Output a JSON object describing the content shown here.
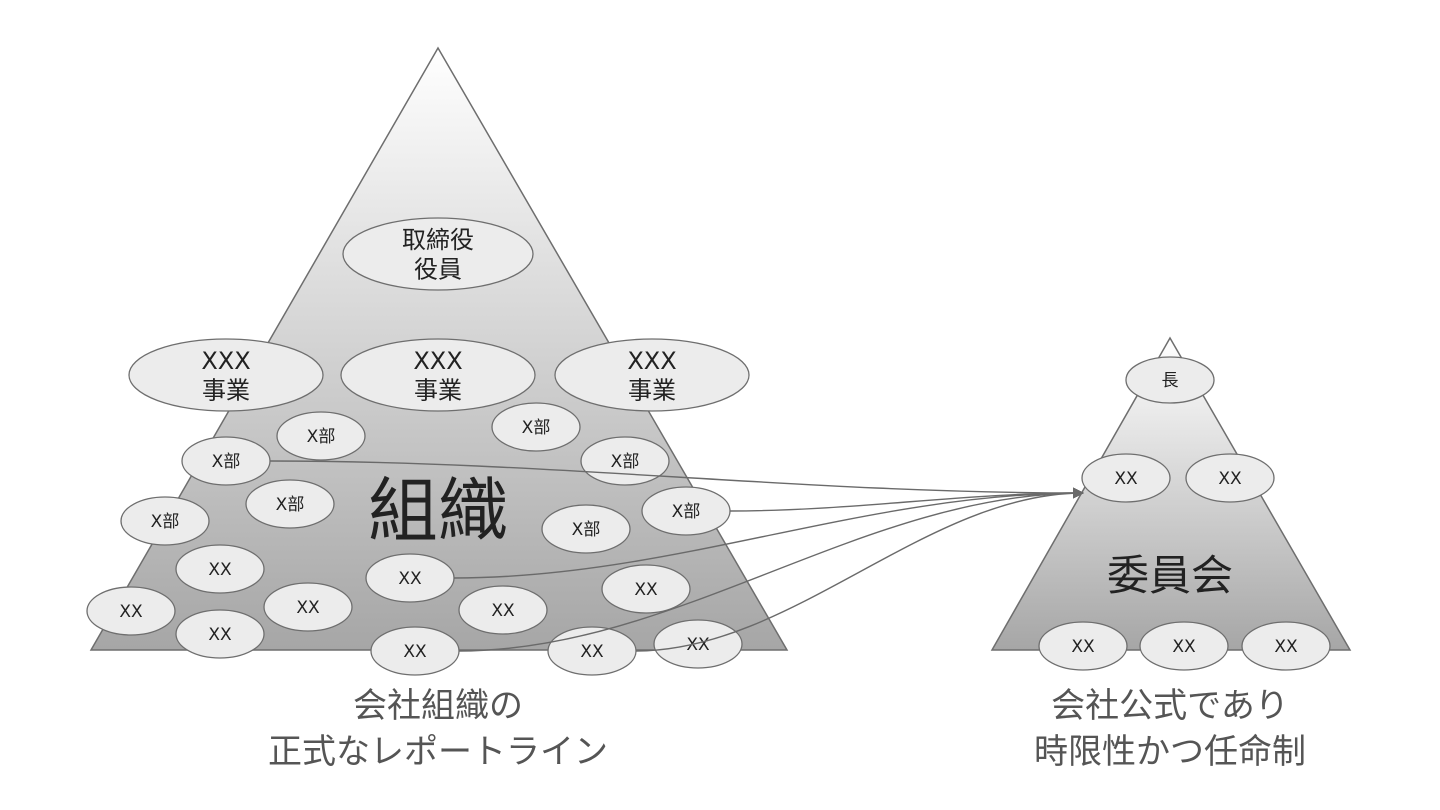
{
  "colors": {
    "pyramid_top": "#ffffff",
    "pyramid_bottom": "#a6a6a6",
    "outline": "#6e6e6e",
    "node_fill": "#ececec",
    "arrow": "#6a6a6a",
    "caption": "#555555"
  },
  "organization": {
    "label": "組織",
    "caption": [
      "会社組織の",
      "正式なレポートライン"
    ],
    "nodes": [
      {
        "id": "board",
        "lines": [
          "取締役",
          "役員"
        ]
      },
      {
        "id": "biz1",
        "lines": [
          "XXX",
          "事業"
        ]
      },
      {
        "id": "biz2",
        "lines": [
          "XXX",
          "事業"
        ]
      },
      {
        "id": "biz3",
        "lines": [
          "XXX",
          "事業"
        ]
      },
      {
        "id": "d1",
        "lines": [
          "X部"
        ]
      },
      {
        "id": "d2",
        "lines": [
          "X部"
        ]
      },
      {
        "id": "d3",
        "lines": [
          "X部"
        ]
      },
      {
        "id": "d4",
        "lines": [
          "X部"
        ]
      },
      {
        "id": "d5",
        "lines": [
          "X部"
        ]
      },
      {
        "id": "d6",
        "lines": [
          "X部"
        ]
      },
      {
        "id": "d7",
        "lines": [
          "X部"
        ]
      },
      {
        "id": "d8",
        "lines": [
          "X部"
        ]
      },
      {
        "id": "m1",
        "lines": [
          "XX"
        ]
      },
      {
        "id": "m2",
        "lines": [
          "XX"
        ]
      },
      {
        "id": "m3",
        "lines": [
          "XX"
        ]
      },
      {
        "id": "m4",
        "lines": [
          "XX"
        ]
      },
      {
        "id": "m5",
        "lines": [
          "XX"
        ]
      },
      {
        "id": "m6",
        "lines": [
          "XX"
        ]
      },
      {
        "id": "m7",
        "lines": [
          "XX"
        ]
      },
      {
        "id": "m8",
        "lines": [
          "XX"
        ]
      },
      {
        "id": "m9",
        "lines": [
          "XX"
        ]
      },
      {
        "id": "m10",
        "lines": [
          "XX"
        ]
      }
    ]
  },
  "committee": {
    "label": "委員会",
    "caption": [
      "会社公式であり",
      "時限性かつ任命制"
    ],
    "nodes": [
      {
        "id": "chief",
        "lines": [
          "長"
        ]
      },
      {
        "id": "c1",
        "lines": [
          "XX"
        ]
      },
      {
        "id": "c2",
        "lines": [
          "XX"
        ]
      },
      {
        "id": "c3",
        "lines": [
          "XX"
        ]
      },
      {
        "id": "c4",
        "lines": [
          "XX"
        ]
      },
      {
        "id": "c5",
        "lines": [
          "XX"
        ]
      }
    ]
  },
  "connections": [
    {
      "from": "d2",
      "to": "committee"
    },
    {
      "from": "d5",
      "to": "committee"
    },
    {
      "from": "m6",
      "to": "committee"
    },
    {
      "from": "m7",
      "to": "committee"
    },
    {
      "from": "m9",
      "to": "committee"
    }
  ]
}
